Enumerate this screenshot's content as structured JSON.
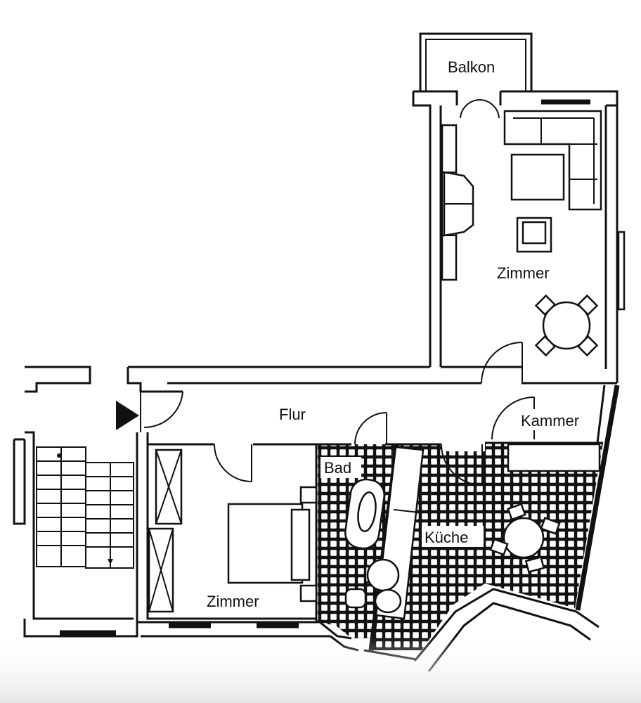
{
  "rooms": {
    "balkon": "Balkon",
    "zimmer_top": "Zimmer",
    "flur": "Flur",
    "kammer": "Kammer",
    "bad": "Bad",
    "kueche": "Küche",
    "zimmer_bottom": "Zimmer"
  },
  "icons": {
    "entrance": "entrance-arrow-icon"
  },
  "colors": {
    "ink": "#111111",
    "paper": "#ffffff"
  }
}
